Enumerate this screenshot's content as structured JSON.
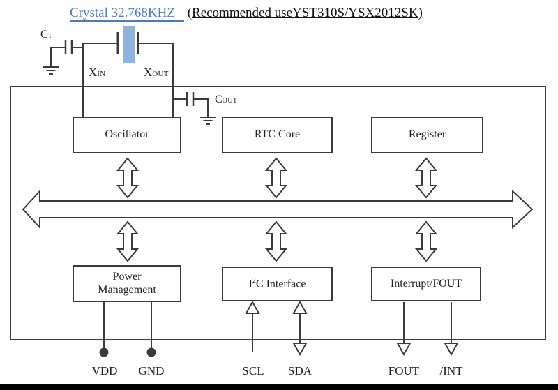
{
  "header": {
    "crystal_link": "Crystal 32.768KHZ",
    "rec_open": "(",
    "rec_underlined": "Recommended useYST310S/YSX2012SK)"
  },
  "labels": {
    "ct_main": "C",
    "ct_sub": "T",
    "cout_main": "C",
    "cout_sub": "OUT",
    "xin_main": "X",
    "xin_sub": "IN",
    "xout_main": "X",
    "xout_sub": "OUT"
  },
  "blocks": {
    "oscillator": "Oscillator",
    "rtc_core": "RTC Core",
    "register": "Register",
    "power_line1": "Power",
    "power_line2": "Management",
    "i2c_pre": "I",
    "i2c_sup": "2",
    "i2c_post": "C Interface",
    "interrupt_fout": "Interrupt/FOUT"
  },
  "pins": {
    "vdd": "VDD",
    "gnd": "GND",
    "scl": "SCL",
    "sda": "SDA",
    "fout": "FOUT",
    "int_pin": "/INT"
  },
  "colors": {
    "line": "#3e3a39",
    "link_blue": "#4a7cc0",
    "crystal_fill": "#8db3de",
    "bottom_bar": "#000000"
  }
}
